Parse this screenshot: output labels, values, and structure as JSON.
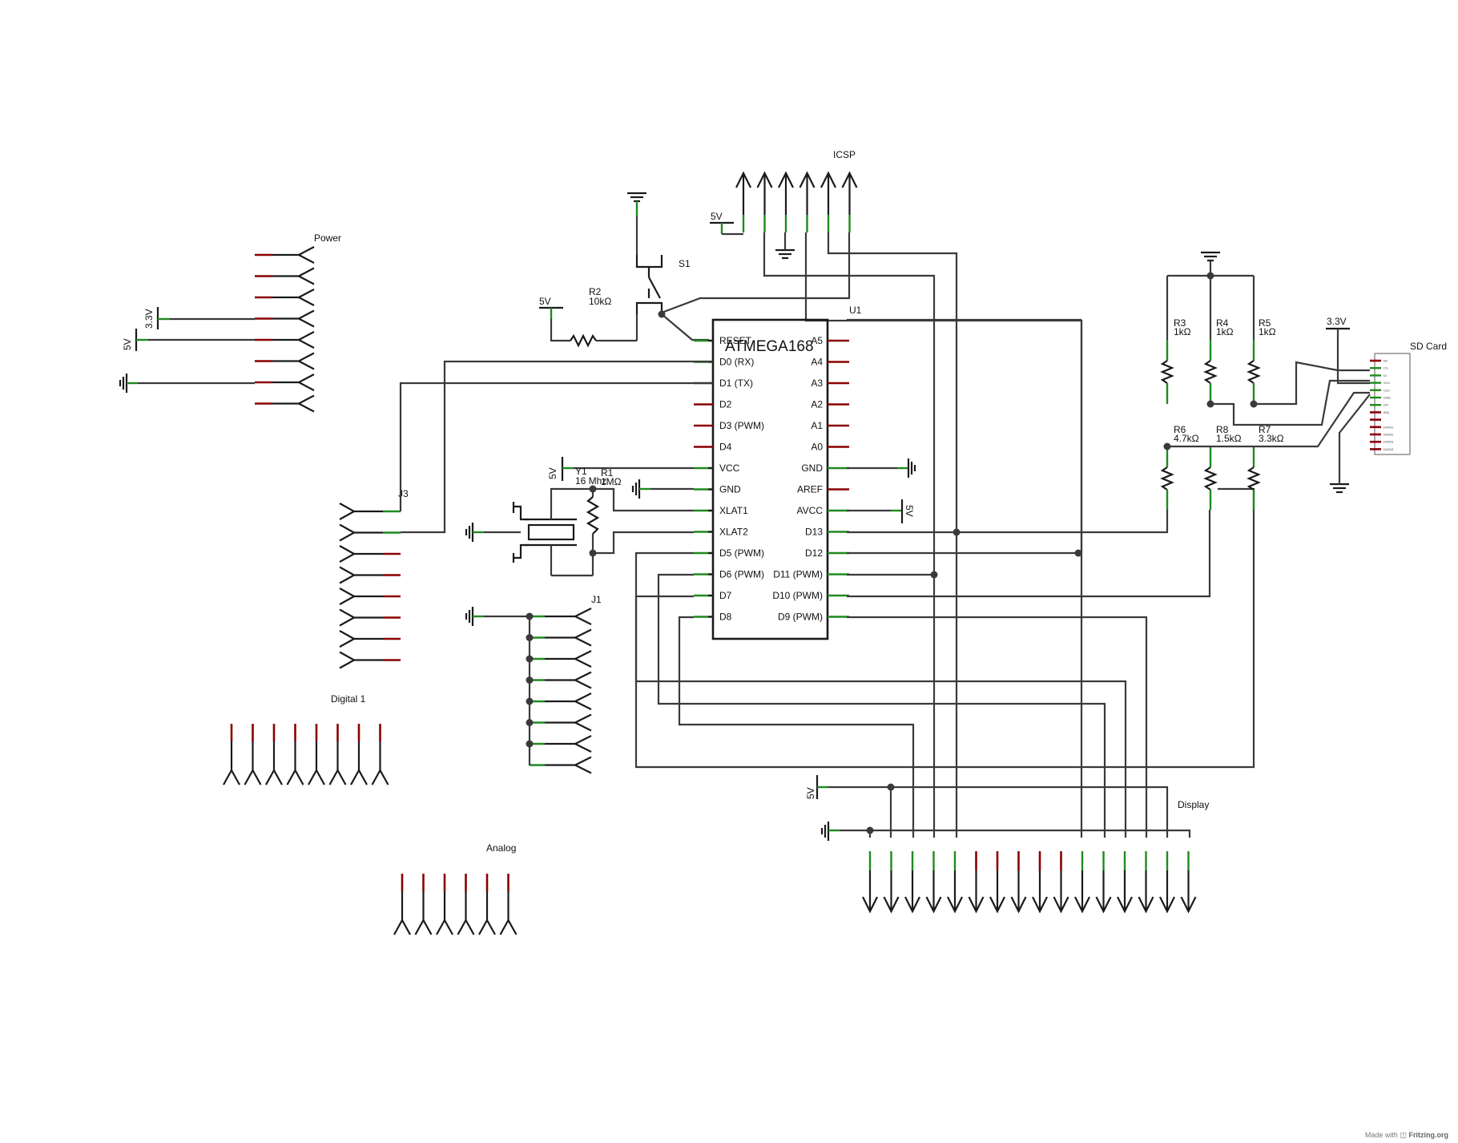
{
  "labels": {
    "power": "Power",
    "icsp": "ICSP",
    "u1": "U1",
    "chip_name": "ATMEGA168",
    "s1": "S1",
    "r2": "R2",
    "r2_value": "10kΩ",
    "y1": "Y1",
    "y1_value": "16 Mhz",
    "r1": "R1",
    "r1_value": "1MΩ",
    "j3": "J3",
    "j1": "J1",
    "digital1": "Digital 1",
    "analog": "Analog",
    "display": "Display",
    "sd_card": "SD Card",
    "r3": "R3",
    "r3_value": "1kΩ",
    "r4": "R4",
    "r4_value": "1kΩ",
    "r5": "R5",
    "r5_value": "1kΩ",
    "r6": "R6",
    "r6_value": "4.7kΩ",
    "r8": "R8",
    "r8_value": "1.5kΩ",
    "r7": "R7",
    "r7_value": "3.3kΩ"
  },
  "supplies": {
    "v5": "5V",
    "v33": "3.3V"
  },
  "chip_pins_left": [
    "RESET",
    "D0 (RX)",
    "D1 (TX)",
    "D2",
    "D3 (PWM)",
    "D4",
    "VCC",
    "GND",
    "XLAT1",
    "XLAT2",
    "D5 (PWM)",
    "D6 (PWM)",
    "D7",
    "D8"
  ],
  "chip_pins_right": [
    "A5",
    "A4",
    "A3",
    "A2",
    "A1",
    "A0",
    "GND",
    "AREF",
    "AVCC",
    "D13",
    "D12",
    "D11 (PWM)",
    "D10 (PWM)",
    "D9 (PWM)"
  ],
  "sd_pins": [
    "NC",
    "CS",
    "DI",
    "VCC",
    "CLK",
    "GND",
    "DO",
    "IRQ",
    "",
    "DATA1",
    "DATA2",
    "DATA3",
    "DATA4"
  ],
  "footer": {
    "made_with": "Made with",
    "brand": "Fritzing.org"
  }
}
